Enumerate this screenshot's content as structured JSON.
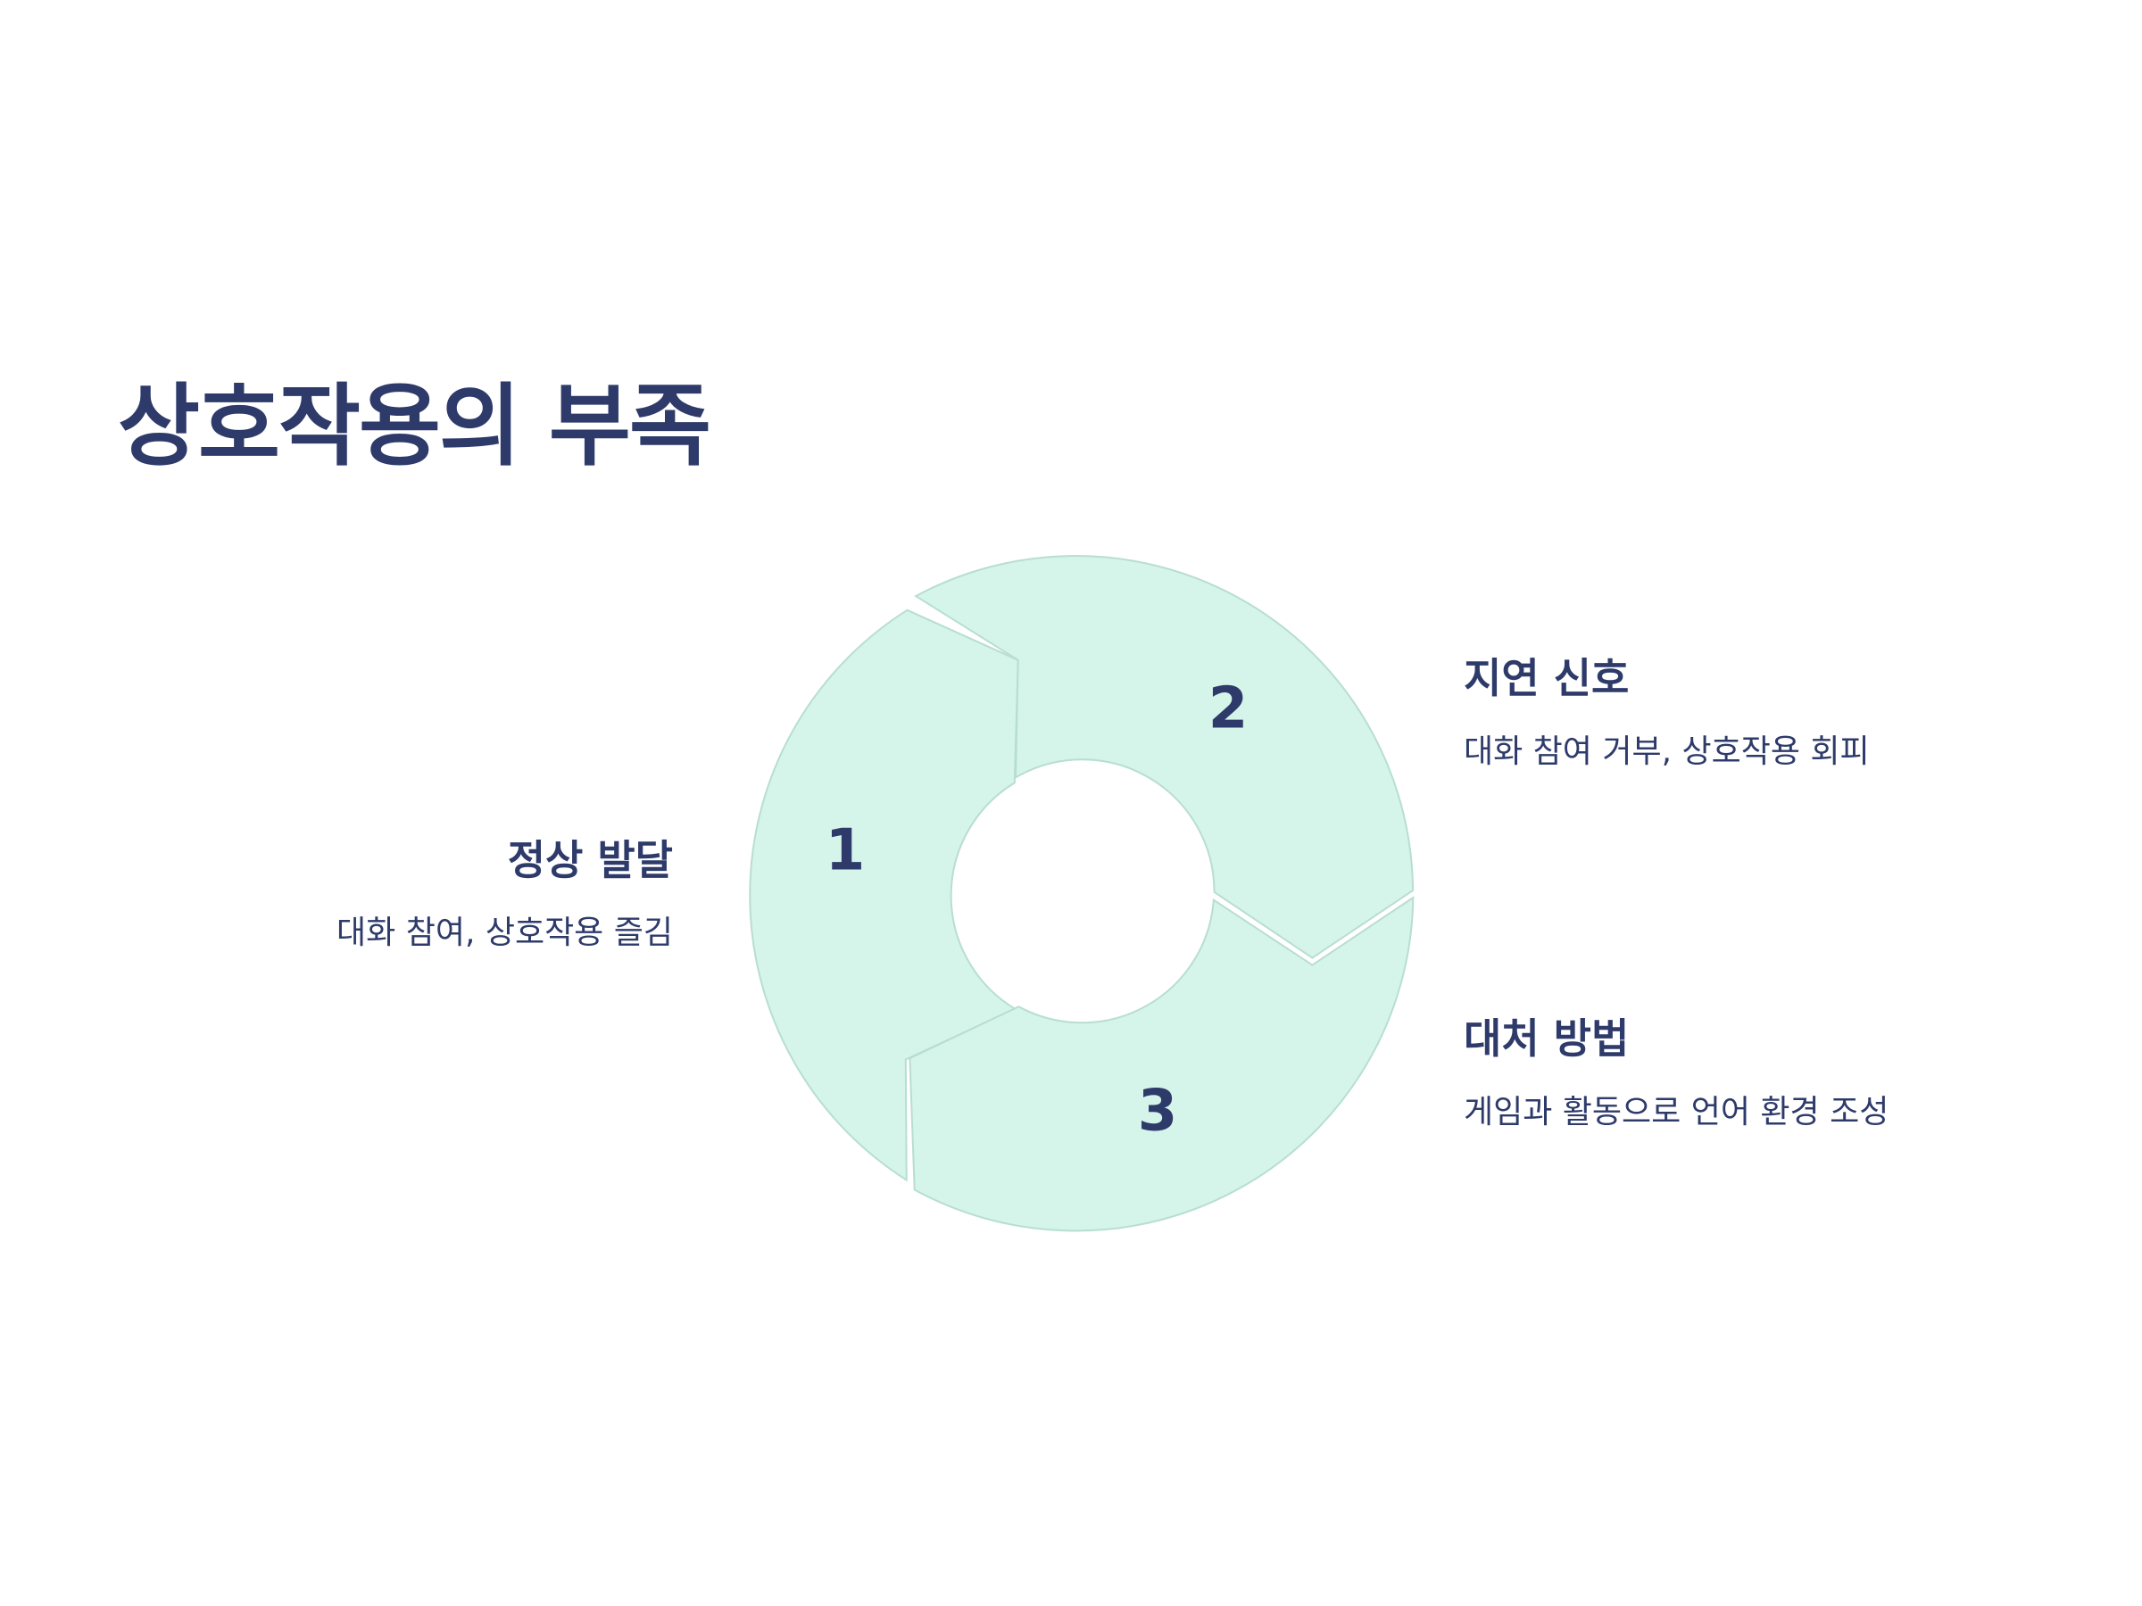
{
  "title": "상호작용의 부족",
  "colors": {
    "text": "#2e3b6a",
    "segment_fill": "#d5f4ea",
    "segment_stroke": "#b8ded1",
    "background": "#ffffff"
  },
  "steps": [
    {
      "number": "1",
      "heading": "정상 발달",
      "description": "대화 참여, 상호작용 즐김"
    },
    {
      "number": "2",
      "heading": "지연 신호",
      "description": "대화 참여 거부, 상호작용 회피"
    },
    {
      "number": "3",
      "heading": "대처 방법",
      "description": "게임과 활동으로 언어 환경 조성"
    }
  ]
}
